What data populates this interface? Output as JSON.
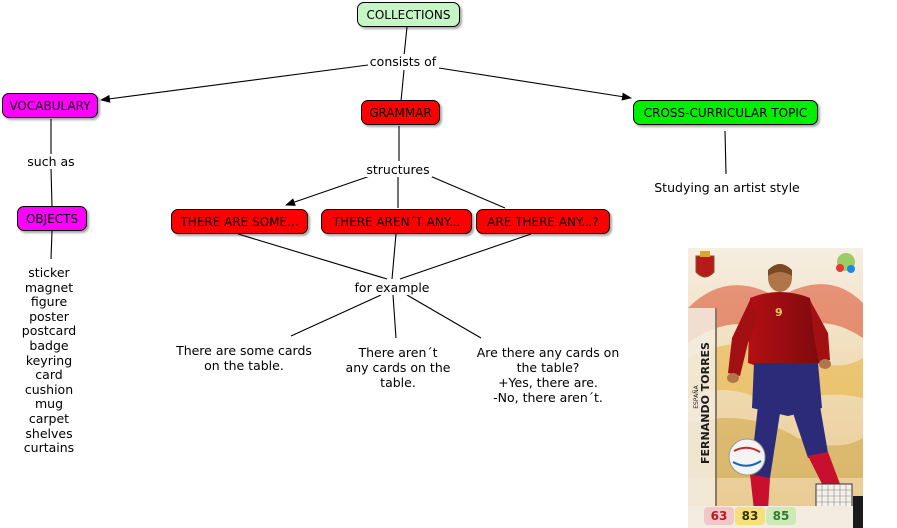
{
  "nodes": {
    "collections": "COLLECTIONS",
    "vocabulary": "VOCABULARY",
    "grammar": "GRAMMAR",
    "cross_curricular": "CROSS-CURRICULAR TOPIC",
    "objects": "OBJECTS",
    "there_are_some": "THERE ARE SOME...",
    "there_arent_any": "THERE AREN´T ANY...",
    "are_there_any": "ARE THERE ANY...?"
  },
  "links": {
    "consists_of": "consists of",
    "such_as": "such as",
    "structures": "structures",
    "for_example": "for example"
  },
  "texts": {
    "studying_artist": "Studying an artist style",
    "ex1_line1": "There are some cards",
    "ex1_line2": "on the table.",
    "ex2_line1": "There aren´t",
    "ex2_line2": "any cards on the",
    "ex2_line3": "table.",
    "ex3_line1": "Are there any cards on",
    "ex3_line2": "the table?",
    "ex3_line3": "+Yes, there are.",
    "ex3_line4": "-No, there aren´t."
  },
  "objects_list": [
    "sticker",
    "magnet",
    "figure",
    "poster",
    "postcard",
    "badge",
    "keyring",
    "card",
    "cushion",
    "mug",
    "carpet",
    "shelves",
    "curtains"
  ],
  "card": {
    "player_name": "FERNANDO TORRES",
    "country": "ESPAÑA",
    "number": "9",
    "stats": [
      "63",
      "83",
      "85"
    ]
  },
  "colors": {
    "collections": "#c6f5c6",
    "vocabulary": "#ff00ff",
    "grammar": "#ff0000",
    "cross_curricular": "#00ee00",
    "objects": "#ff00ff",
    "examples": "#ff0000"
  }
}
